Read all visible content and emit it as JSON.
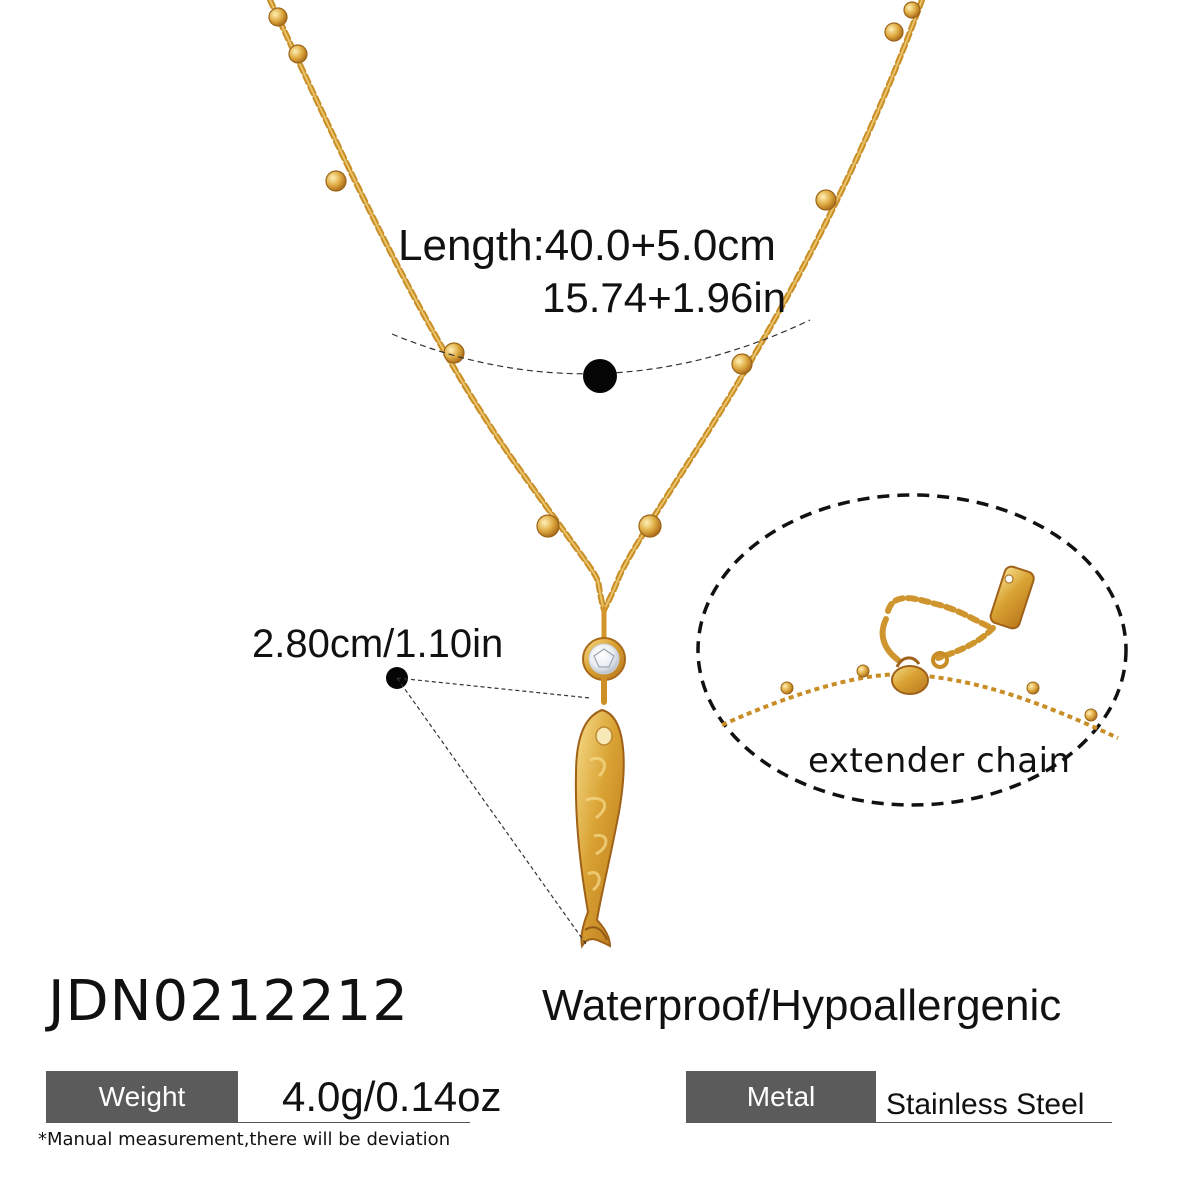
{
  "product": {
    "length_cm": "Length:40.0+5.0cm",
    "length_in": "15.74+1.96in",
    "pendant_size": "2.80cm/1.10in",
    "extender_label": "extender chain",
    "sku": "JDN0212212",
    "features": "Waterproof/Hypoallergenic"
  },
  "specs": {
    "weight_label": "Weight",
    "weight_value": "4.0g/0.14oz",
    "metal_label": "Metal",
    "metal_value": "Stainless Steel"
  },
  "notes": {
    "disclaimer": "*Manual measurement,there will be deviation"
  },
  "colors": {
    "gold": "#d19a2b",
    "gold_light": "#f1d27a",
    "label_box": "#5b5b5b",
    "text": "#111111"
  }
}
